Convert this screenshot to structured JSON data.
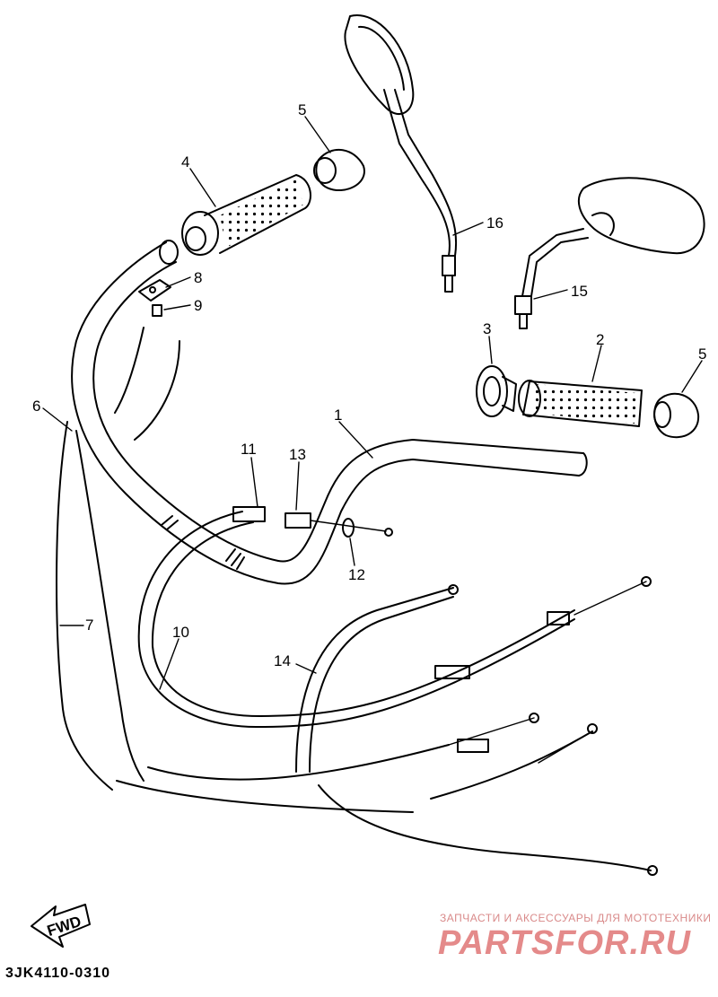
{
  "diagram": {
    "callouts": [
      "1",
      "2",
      "3",
      "4",
      "5",
      "5",
      "6",
      "7",
      "8",
      "9",
      "10",
      "11",
      "12",
      "13",
      "14",
      "15",
      "16"
    ],
    "fwd_label": "FWD",
    "part_code": "3JK4110-0310"
  },
  "watermark": {
    "tagline": "ЗАПЧАСТИ И АКСЕССУАРЫ ДЛЯ МОТОТЕХНИКИ",
    "brand": "PARTSFOR.RU"
  }
}
